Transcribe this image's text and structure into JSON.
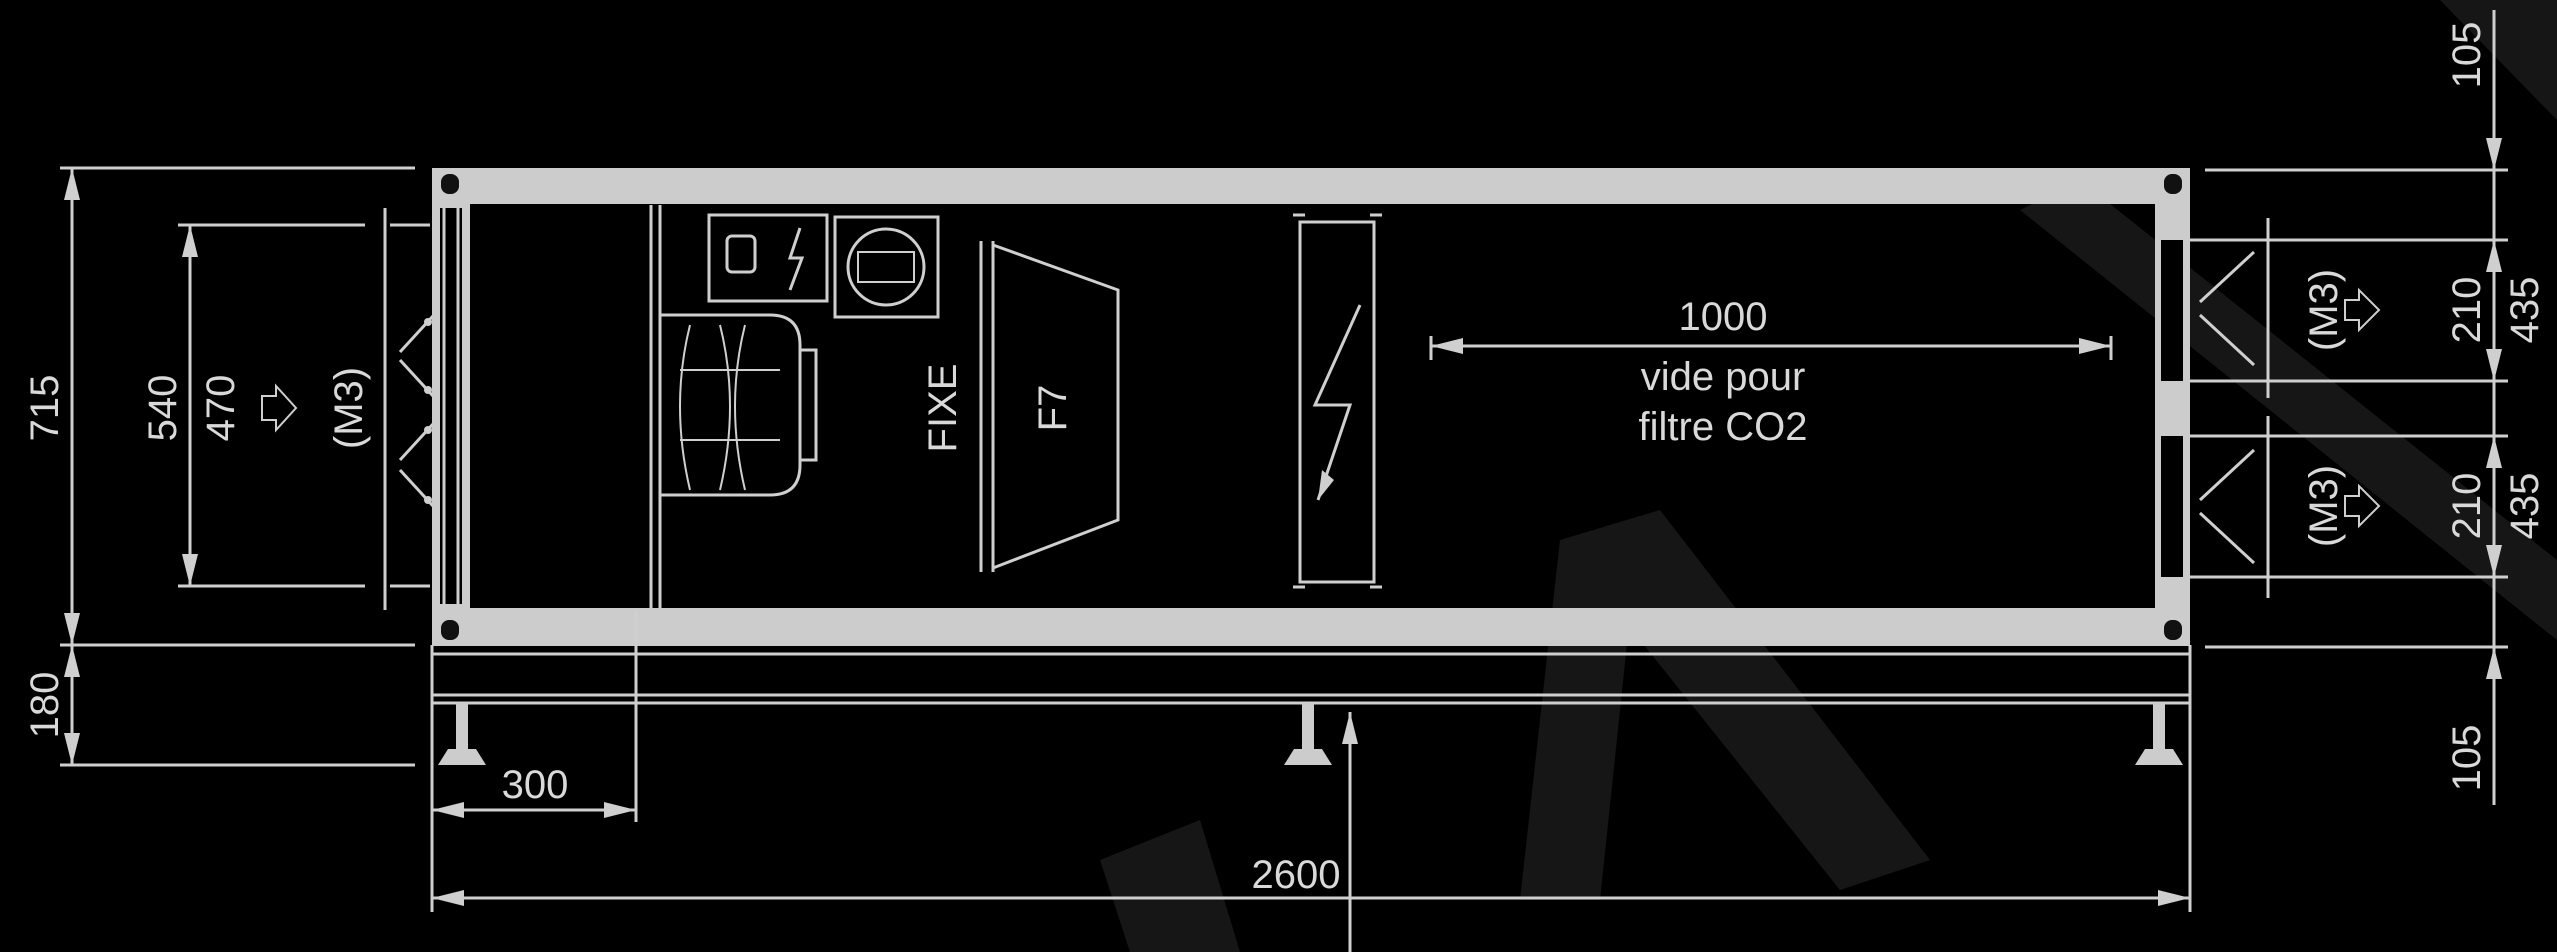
{
  "drawing": {
    "dimensions": {
      "height_total": "715",
      "base_height": "180",
      "inlet_outer": "540",
      "inlet_inner": "470",
      "inlet_class": "(M3)",
      "fan_section_length": "300",
      "total_length": "2600",
      "empty_length": "1000",
      "empty_note_line1": "vide pour",
      "empty_note_line2": "filtre CO2",
      "right_top_offset": "105",
      "right_bottom_offset": "105",
      "outlet1_size": "210",
      "outlet1_pos": "435",
      "outlet1_class": "(M3)",
      "outlet2_size": "210",
      "outlet2_pos": "435",
      "outlet2_class": "(M3)"
    },
    "labels": {
      "fixed": "FIXE",
      "filter": "F7"
    },
    "colors": {
      "background": "#000000",
      "lines": "#cfcfcf",
      "watermark": "#1c1c1c"
    }
  }
}
